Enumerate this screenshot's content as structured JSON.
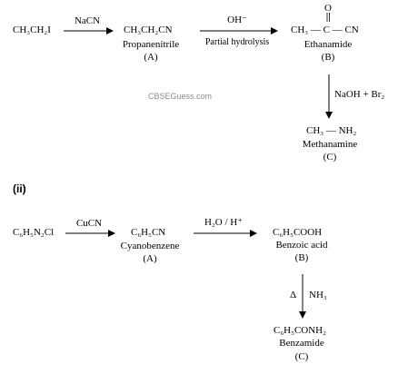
{
  "part1": {
    "reactant": "CH₃CH₂I",
    "reagent1": "NaCN",
    "product_a": {
      "formula": "CH₃CH₂CN",
      "name": "Propanenitrile",
      "label": "(A)"
    },
    "reagent2_top": "OH⁻",
    "reagent2_bottom": "Partial hydrolysis",
    "product_b": {
      "o": "O",
      "formula": "CH₃ — C — CN",
      "name": "Ethanamide",
      "label": "(B)"
    },
    "reagent3": "NaOH  +  Br₂",
    "product_c": {
      "formula": "CH₃ — NH₂",
      "name": "Methanamine",
      "label": "(C)"
    }
  },
  "watermark": "CBSEGuess.com",
  "part2": {
    "heading": "(ii)",
    "reactant": "C₆H₅N₂Cl",
    "reagent1": "CuCN",
    "product_a": {
      "formula": "C₆H₅CN",
      "name": "Cyanobenzene",
      "label": "(A)"
    },
    "reagent2": "H₂O / H⁺",
    "product_b": {
      "formula": "C₆H₅COOH",
      "name": "Benzoic acid",
      "label": "(B)"
    },
    "reagent3_left": "Δ",
    "reagent3_right": "NH₃",
    "product_c": {
      "formula": "C₆H₅CONH₂",
      "name": "Benzamide",
      "label": "(C)"
    }
  }
}
